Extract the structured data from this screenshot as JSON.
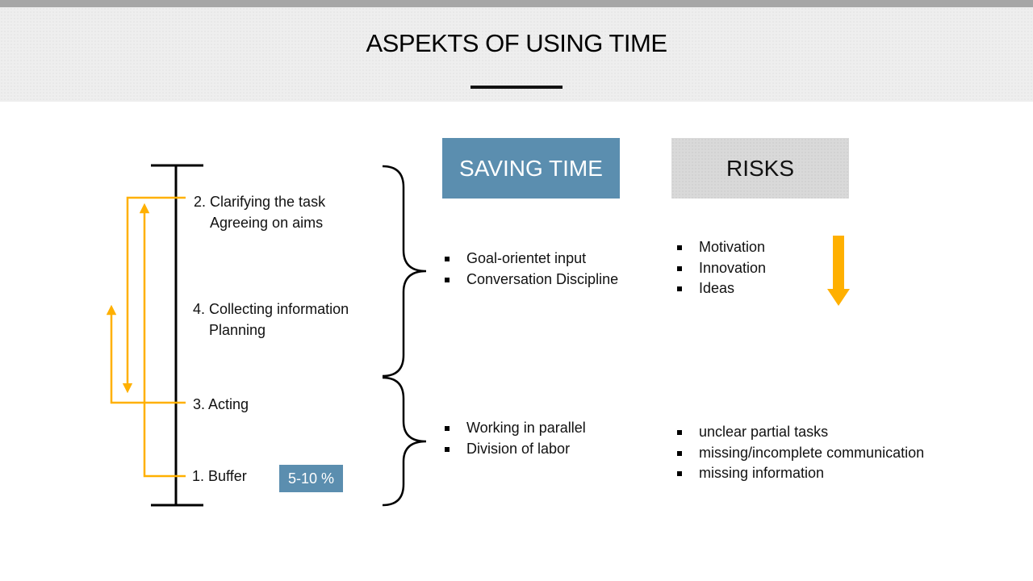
{
  "title": "ASPEKTS OF USING TIME",
  "steps": {
    "clarifying": {
      "line1": "2. Clarifying the task",
      "line2": "Agreeing on aims"
    },
    "collecting": {
      "line1": "4. Collecting information",
      "line2": "Planning"
    },
    "acting": {
      "line1": "3. Acting"
    },
    "buffer": {
      "line1": "1. Buffer"
    }
  },
  "buffer_badge": "5-10 %",
  "saving_time": {
    "header": "SAVING TIME",
    "upper_items": [
      "Goal-orientet input",
      "Conversation Discipline"
    ],
    "lower_items": [
      "Working in parallel",
      "Division of labor"
    ]
  },
  "risks": {
    "header": "RISKS",
    "upper_items": [
      "Motivation",
      "Innovation",
      "Ideas"
    ],
    "lower_items": [
      "unclear partial tasks",
      "missing/incomplete communication",
      "missing information"
    ]
  },
  "colors": {
    "accent_blue": "#5b8eaf",
    "arrow_orange": "#ffb000",
    "header_gray": "#d9d9d9"
  },
  "icons": {
    "decrease_arrow": "down-arrow-icon"
  }
}
